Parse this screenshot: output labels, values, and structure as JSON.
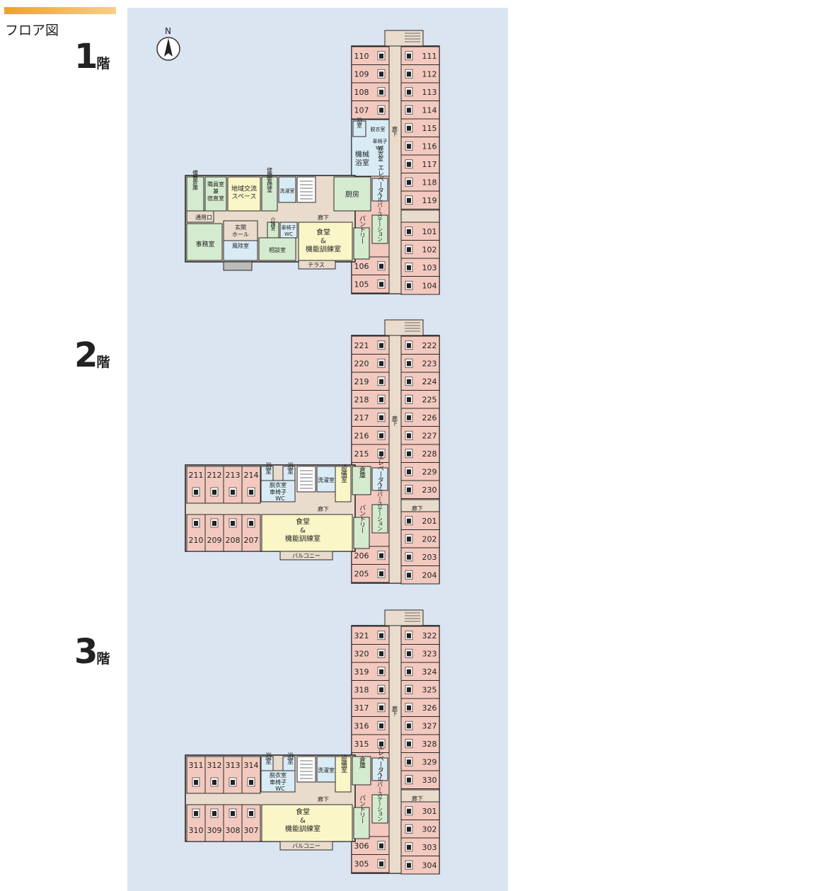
{
  "header": {
    "title": "フロア図"
  },
  "compass": {
    "label": "N"
  },
  "floors": [
    {
      "num": "1",
      "suffix": "階"
    },
    {
      "num": "2",
      "suffix": "階"
    },
    {
      "num": "3",
      "suffix": "階"
    }
  ],
  "labels": {
    "corridor": "廊下",
    "dining": [
      "食堂",
      "&",
      "機能訓練室"
    ],
    "pantry": "パントリー",
    "elevator": "エレベーター",
    "helper_station": "ヘルパーステーション",
    "bath": "浴室",
    "dressing": "脱衣室",
    "wheelchair_wc": [
      "車椅子",
      "WC"
    ],
    "laundry": "洗濯室",
    "equipment": "設備室",
    "storage": "倉庫",
    "balcony": "バルコニー",
    "terrace": "テラス",
    "kitchen": "厨房",
    "machine_bath": [
      "機械",
      "浴室"
    ],
    "dressing_v": "脱衣室",
    "community": [
      "地域交流",
      "スペース"
    ],
    "health": "健康管理室",
    "staff": [
      "職員室",
      "兼",
      "宿直室"
    ],
    "stock": "備蓄倉庫",
    "service_door": "通用口",
    "entrance": [
      "玄関",
      "ホール"
    ],
    "office": "事務室",
    "windbreak": "風除室",
    "consult": "相談室",
    "nursing_care": "介護室",
    "wc1": [
      "車椅子",
      "WC"
    ]
  },
  "rooms": {
    "f1": {
      "west_col": [
        "110",
        "109",
        "108",
        "107",
        "106",
        "105"
      ],
      "east_col_top": [
        "111",
        "112",
        "113",
        "114",
        "115",
        "116",
        "117",
        "118",
        "119"
      ],
      "east_col_bottom": [
        "101",
        "102",
        "103",
        "104"
      ]
    },
    "f2": {
      "west_col": [
        "221",
        "220",
        "219",
        "218",
        "217",
        "216",
        "215",
        "206",
        "205"
      ],
      "east_col_top": [
        "222",
        "223",
        "224",
        "225",
        "226",
        "227",
        "228",
        "229",
        "230"
      ],
      "east_col_bottom": [
        "201",
        "202",
        "203",
        "204"
      ],
      "wing_top": [
        "211",
        "212",
        "213",
        "214"
      ],
      "wing_bottom": [
        "210",
        "209",
        "208",
        "207"
      ]
    },
    "f3": {
      "west_col": [
        "321",
        "320",
        "319",
        "318",
        "317",
        "316",
        "315",
        "306",
        "305"
      ],
      "east_col_top": [
        "322",
        "323",
        "324",
        "325",
        "326",
        "327",
        "328",
        "329",
        "330"
      ],
      "east_col_bottom": [
        "301",
        "302",
        "303",
        "304"
      ],
      "wing_top": [
        "311",
        "312",
        "313",
        "314"
      ],
      "wing_bottom": [
        "310",
        "309",
        "308",
        "307"
      ]
    }
  },
  "colors": {
    "background_panel": "#dbe4f1",
    "resident_room": "#f3c9bf",
    "corridor": "#e9dccd",
    "dining": "#fbf6c8",
    "service": "#d5ebcf",
    "bath": "#d9ecf5",
    "accent": "#f0a030"
  }
}
